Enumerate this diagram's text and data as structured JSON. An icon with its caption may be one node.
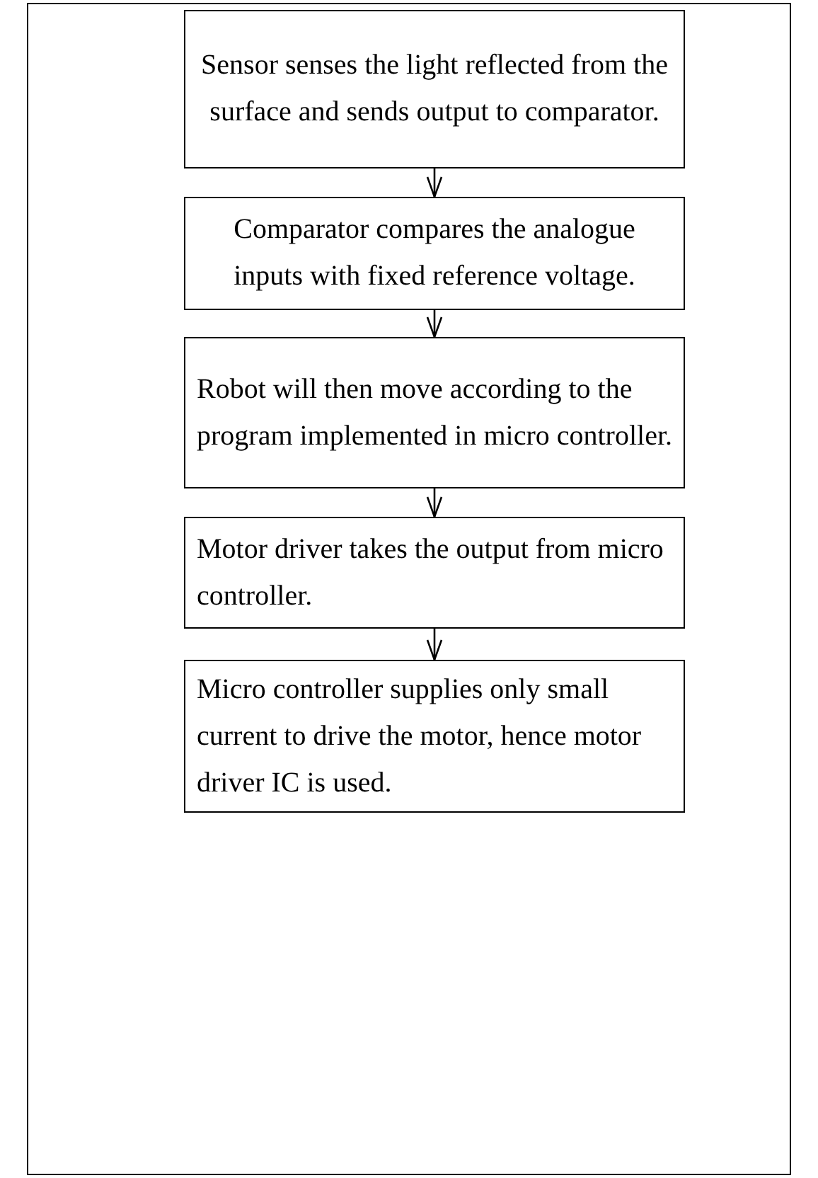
{
  "diagram": {
    "nodes": [
      {
        "text": [
          "Sensor senses the light reflected from the surface and sends output to comparator."
        ]
      },
      {
        "text": [
          "Comparator compares the analogue inputs with fixed reference voltage."
        ]
      },
      {
        "text": [
          "Robot will then move according to the program implemented in micro controller."
        ]
      },
      {
        "text": [
          "Motor driver takes the output from micro controller."
        ]
      },
      {
        "text": [
          "Micro controller supplies only small current to drive the motor, hence motor driver IC is used."
        ]
      }
    ],
    "edges": [
      {
        "from": 0,
        "to": 1,
        "arrow": "to"
      },
      {
        "from": 1,
        "to": 2,
        "arrow": "to"
      },
      {
        "from": 2,
        "to": 3,
        "arrow": "to"
      },
      {
        "from": 3,
        "to": 4,
        "arrow": "to"
      }
    ]
  }
}
